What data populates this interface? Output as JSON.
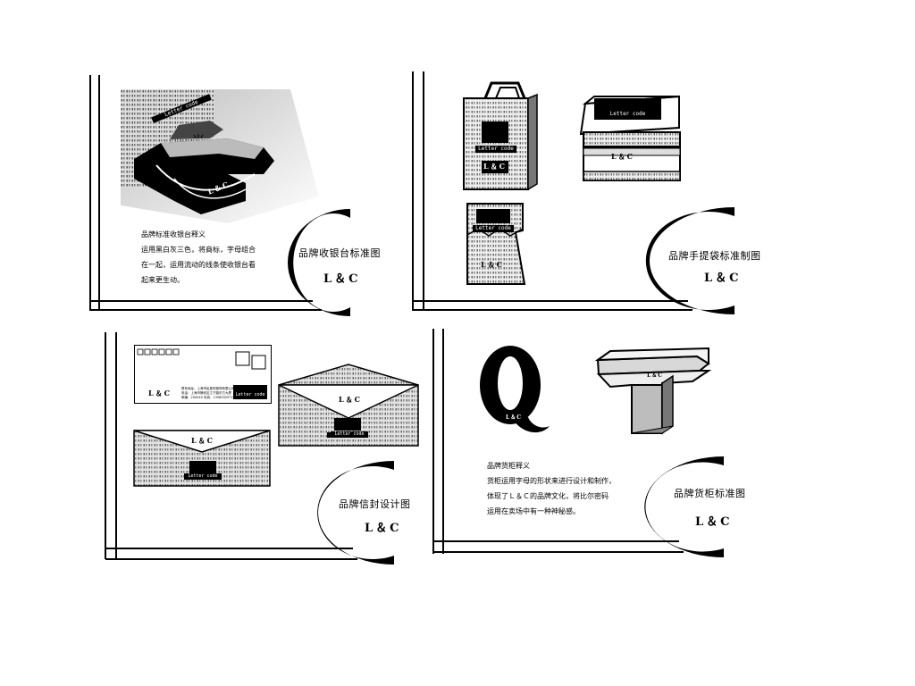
{
  "panels": {
    "counter": {
      "title": "品牌收银台标准图",
      "brand": "L＆C",
      "note_lines": [
        "品牌标准收银台释义",
        "运用黑白灰三色，将商标，字母组合",
        "在一起，运用流动的线条使收银台看",
        "起来更生动。"
      ],
      "tag": "Letter code",
      "counter_brand": "L＆C"
    },
    "bag": {
      "title": "品牌手提袋标准制图",
      "brand": "L＆C",
      "tag": "Letter code",
      "bag_brand": "L＆C",
      "box_tag": "Letter code",
      "box_brand": "L＆C",
      "small_bag_tag": "Letter code",
      "small_bag_brand": "L＆C"
    },
    "envelope": {
      "title": "品牌信封设计图",
      "brand": "L＆C",
      "card_brand": "L＆C",
      "card_lines": [
        "联系地址：上海市民族时服饰有限公司",
        "电话：上海市静安区江宁路东方大厦",
        "邮编：200040    传真：13585929720"
      ],
      "card_tag": "Letter code",
      "env1_brand": "L＆C",
      "env1_tag": "Letter code",
      "env2_brand": "L＆C",
      "env2_tag": "Letter code"
    },
    "cabinet": {
      "title": "品牌货柜标准图",
      "brand": "L＆C",
      "note_lines": [
        "品牌货柜释义",
        "货柜运用字母的形状来进行设计和制作，",
        "体现了Ｌ＆Ｃ的品牌文化，将比尔密码",
        "运用在卖场中有一种神秘感。"
      ],
      "q_brand": "L＆C",
      "t_brand": "L＆C"
    }
  },
  "colors": {
    "ink": "#000000",
    "paper": "#ffffff",
    "grey": "#9a9a9a",
    "light_grey": "#d8d8d8"
  }
}
